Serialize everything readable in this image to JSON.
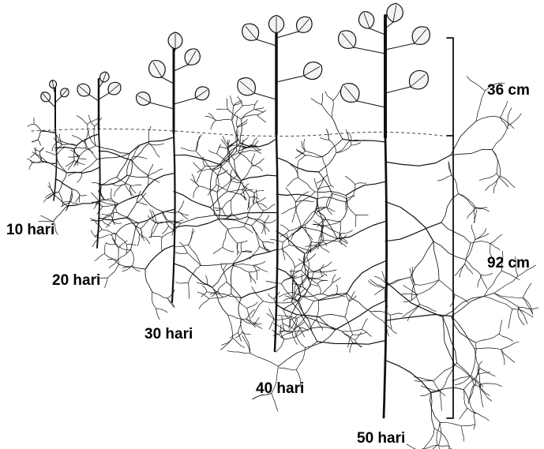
{
  "plants": [
    {
      "label": "10 hari"
    },
    {
      "label": "20 hari"
    },
    {
      "label": "30 hari"
    },
    {
      "label": "40 hari"
    },
    {
      "label": "50 hari"
    }
  ],
  "measurements": {
    "shoot": "36 cm",
    "root": "92 cm"
  }
}
